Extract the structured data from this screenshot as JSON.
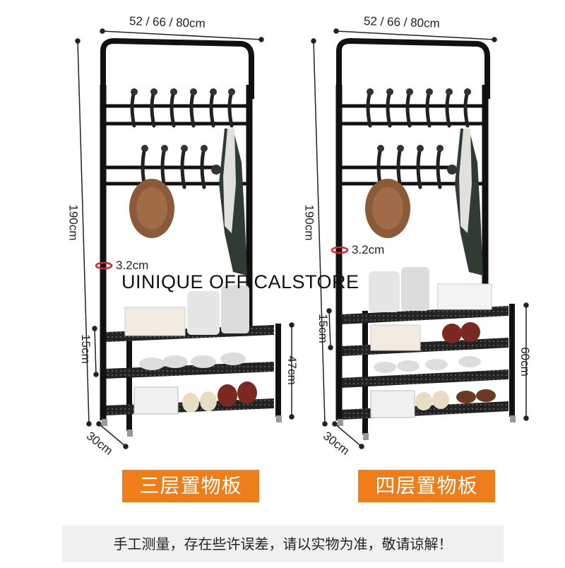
{
  "dimensions": {
    "width_options": "52 / 66 / 80cm",
    "height": "190cm",
    "tube_diameter": "3.2cm",
    "shelf_gap": "15cm",
    "three_tier_height": "47cm",
    "four_tier_height": "60cm",
    "depth": "30cm"
  },
  "labels": {
    "three_tier": "三层置物板",
    "four_tier": "四层置物板"
  },
  "watermark": "UINIQUE OFFICALSTORE",
  "footer_note": "手工测量，存在些许误差，请以实物为准，敬请谅解！",
  "colors": {
    "frame": "#1a1a1a",
    "accent_orange": "#ee7d1a",
    "marker_red": "#d9232d",
    "footer_bg": "#f0f0f0"
  }
}
